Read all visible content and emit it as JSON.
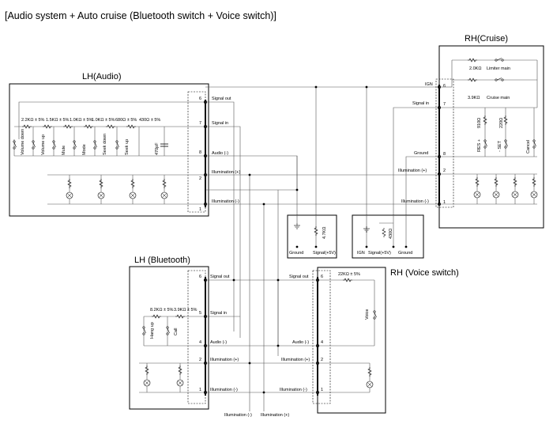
{
  "title": "[Audio system + Auto cruise (Bluetooth switch + Voice switch)]",
  "blocks": {
    "lh_audio": "LH(Audio)",
    "rh_cruise": "RH(Cruise)",
    "lh_bluetooth": "LH (Bluetooth)",
    "rh_voice": "RH (Voice switch)"
  },
  "lh_audio": {
    "pins": [
      {
        "num": "6",
        "label": "Signal out"
      },
      {
        "num": "7",
        "label": "Signal in"
      },
      {
        "num": "8",
        "label": "Audio (-)"
      },
      {
        "num": "2",
        "label": "Illumination (+)"
      },
      {
        "num": "1",
        "label": "Illumination (-)"
      }
    ],
    "resistors": [
      "2.2KΩ ± 5%",
      "1.5KΩ ± 5%",
      "1.0KΩ ± 5%",
      "1.0KΩ ± 5%",
      "680Ω ± 5%",
      "430Ω ± 5%"
    ],
    "switches": [
      "Volume down",
      "Volume up",
      "Mute",
      "Mode",
      "Seek down",
      "Seek up"
    ],
    "capacitor": "470pF"
  },
  "rh_cruise": {
    "pins": [
      {
        "num": "6",
        "label": "IGN"
      },
      {
        "num": "7",
        "label": "Signal in"
      },
      {
        "num": "8",
        "label": "Ground"
      },
      {
        "num": "2",
        "label": "Illumination (+)"
      },
      {
        "num": "1",
        "label": "Illumination (-)"
      }
    ],
    "resistor_top": "2.0KΩ",
    "switch_top": "Limiter main",
    "resistor_mid": "3.9KΩ",
    "switch_mid": "Cruise main",
    "resistor_a": "910Ω",
    "resistor_b": "220Ω",
    "switches": [
      "RES +",
      "- SET",
      "Cancel"
    ]
  },
  "load_left": {
    "resistor": "4.7KΩ",
    "labels": [
      "Ground",
      "Signal(+5V)"
    ]
  },
  "load_right": {
    "resistor": "430Ω",
    "labels": [
      "IGN",
      "Signal(+5V)",
      "Ground"
    ]
  },
  "lh_bluetooth": {
    "pins": [
      {
        "num": "6",
        "label": "Signal out"
      },
      {
        "num": "5",
        "label": "Signal in"
      },
      {
        "num": "4",
        "label": "Audio (-)"
      },
      {
        "num": "2",
        "label": "Illumination (+)"
      },
      {
        "num": "1",
        "label": "Illumination (-)"
      }
    ],
    "resistors": [
      "8.2KΩ ± 5%",
      "3.9KΩ ± 5%"
    ],
    "switches": [
      "Hang up",
      "Call"
    ]
  },
  "rh_voice": {
    "pins": [
      {
        "num": "6",
        "label": "Signal out"
      },
      {
        "num": "4",
        "label": "Audio (-)"
      },
      {
        "num": "2",
        "label": "Illumination (+)"
      },
      {
        "num": "1",
        "label": "Illumination (-)"
      }
    ],
    "resistor": "22KΩ ± 5%",
    "switch": "Voice"
  },
  "bottom_labels": [
    "Illumination (-)",
    "Illumination (+)"
  ]
}
